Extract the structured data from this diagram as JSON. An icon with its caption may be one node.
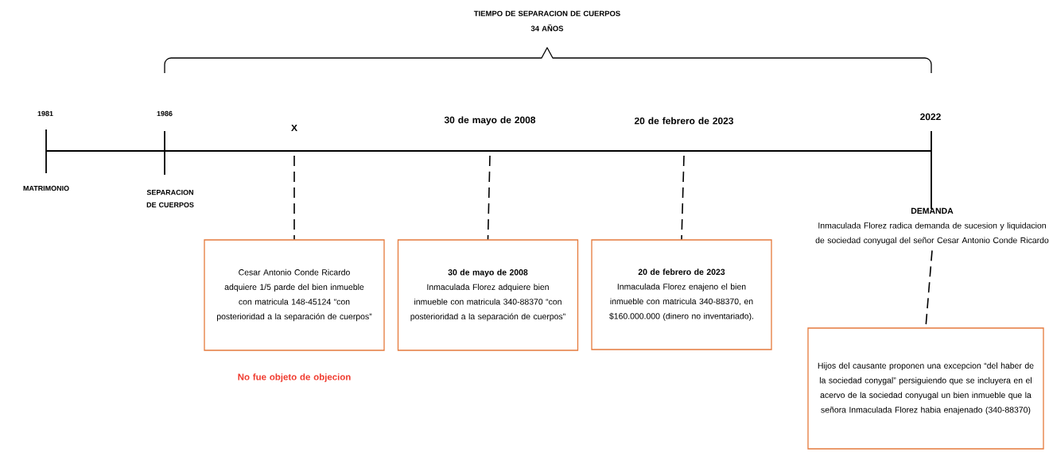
{
  "diagram": {
    "nodes": [
      {
        "text": [
          "X"
        ]
      },
      {
        "text": [
          "30 de mayo de 2008"
        ]
      },
      {
        "text": [
          "20 de febrero de 2023"
        ]
      },
      {
        "text": [
          "DEMANDA",
          "Inmaculada Florez radica demanda de sucesion y liquidacion de sociedad conyugal  del señor Cesar Antonio Conde Ricardo"
        ]
      },
      {
        "text": [
          "Cesar Antonio Conde Ricardo adquiere 1/5 parde del bien inmueble con matricula 148-45124 “con posterioridad a la separación de cuerpos”"
        ],
        "beside": [
          "No fue objeto de objecion"
        ]
      },
      {
        "text": [
          "30 de mayo de 2008",
          "Inmaculada Florez adquiere bien inmueble con matricula 340-88370 “con posterioridad a la separación de cuerpos”"
        ]
      },
      {
        "text": [
          "20 de febrero de 2023",
          "Inmaculada Florez enajeno el bien inmueble con matricula 340-88370, en $160.000.000 (dinero no inventariado)."
        ]
      },
      {
        "text": [
          "Hijos del causante proponen una excepcion “del haber de la sociedad conygal” persiguiendo que se incluyera en el acervo de la sociedad conyugal un bien inmueble que la señora Inmaculada Florez  habia enajenado (340-88370)"
        ]
      }
    ],
    "edges": [
      {
        "from": 0,
        "to": 4,
        "arrow": "none",
        "style": "dashed"
      },
      {
        "from": 1,
        "to": 5,
        "arrow": "none",
        "style": "dashed"
      },
      {
        "from": 2,
        "to": 6,
        "arrow": "none",
        "style": "dashed"
      },
      {
        "from": 3,
        "to": 7,
        "arrow": "none",
        "style": "dashed"
      }
    ],
    "labels": [
      "TIEMPO DE SEPARACION DE CUERPOS",
      "34 AÑOS",
      "1981",
      "1986",
      "2022",
      "MATRIMONIO",
      "SEPARACION DE CUERPOS"
    ]
  }
}
